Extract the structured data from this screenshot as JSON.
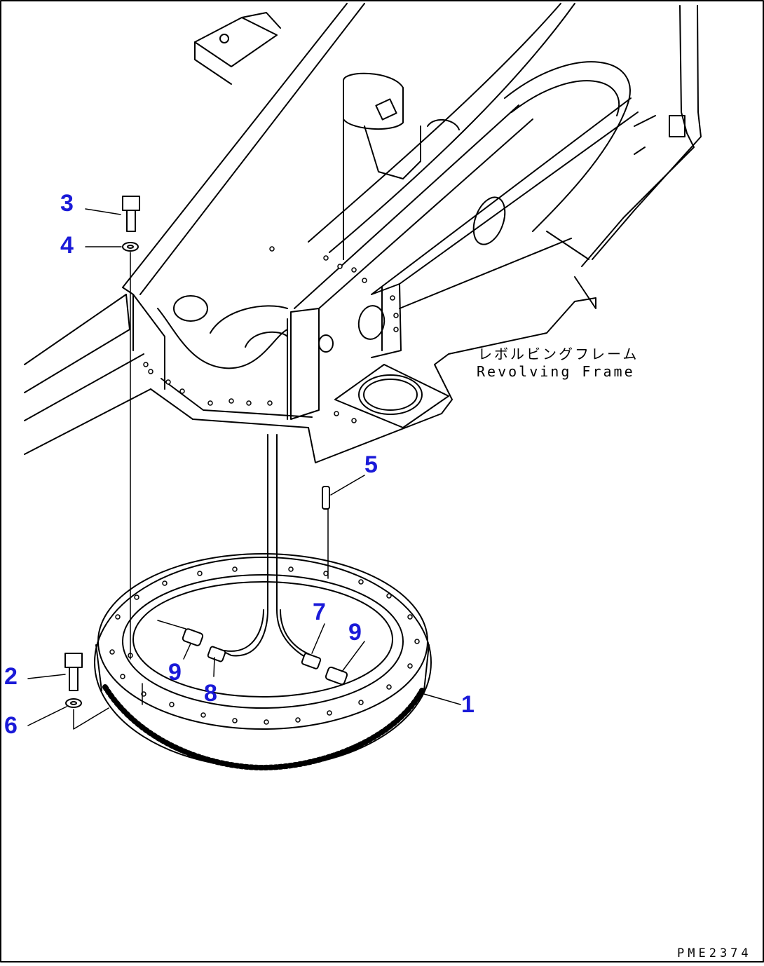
{
  "callouts": {
    "c1": "1",
    "c2": "2",
    "c3": "3",
    "c4": "4",
    "c5": "5",
    "c6": "6",
    "c7": "7",
    "c8": "8",
    "c9a": "9",
    "c9b": "9"
  },
  "frame_label": {
    "japanese": "レボルビングフレーム",
    "english": "Revolving Frame"
  },
  "drawing_id": "PME2374",
  "colors": {
    "callout": "#1a1ad8",
    "line": "#000000",
    "background": "#ffffff"
  }
}
